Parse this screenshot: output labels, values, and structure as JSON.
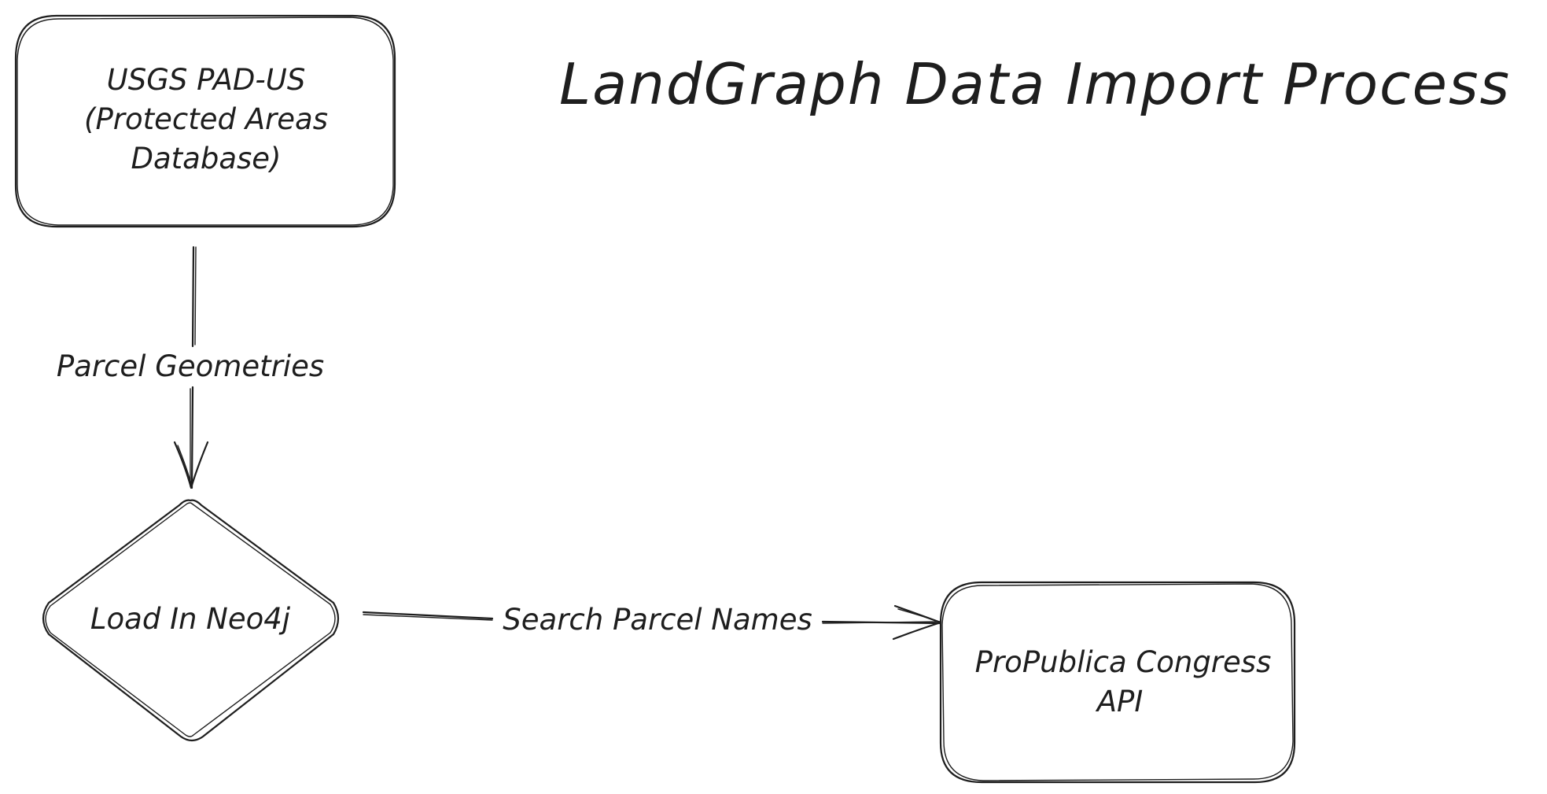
{
  "diagram": {
    "title": "LandGraph Data Import Process",
    "nodes": [
      {
        "id": "usgs",
        "shape": "rounded-rectangle",
        "lines": [
          "USGS PAD-US",
          "(Protected Areas",
          "Database)"
        ]
      },
      {
        "id": "neo4j",
        "shape": "diamond",
        "lines": [
          "Load In Neo4j"
        ]
      },
      {
        "id": "propublica",
        "shape": "rounded-rectangle",
        "lines": [
          "ProPublica Congress",
          "API"
        ]
      }
    ],
    "edges": [
      {
        "from": "usgs",
        "to": "neo4j",
        "label": "Parcel Geometries"
      },
      {
        "from": "neo4j",
        "to": "propublica",
        "label": "Search Parcel Names"
      }
    ]
  }
}
